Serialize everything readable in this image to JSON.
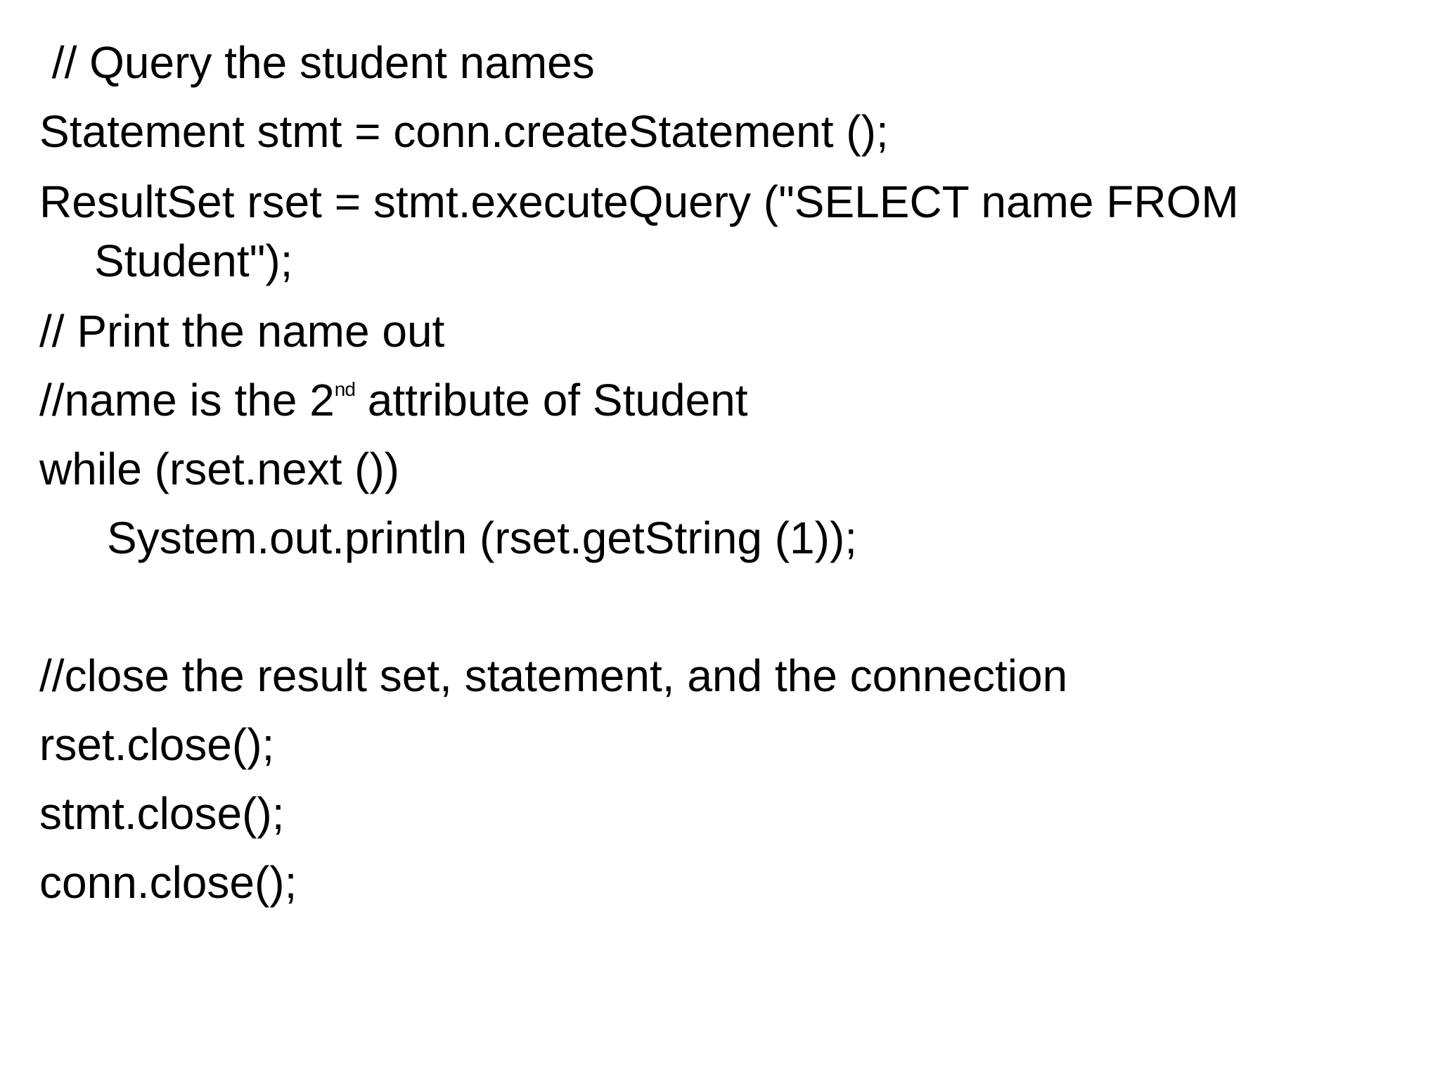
{
  "slide": {
    "lines": {
      "comment_query": " // Query the student names",
      "statement": "Statement stmt = conn.createStatement ();",
      "resultset_1": "ResultSet rset = stmt.executeQuery (\"SELECT name FROM",
      "resultset_2": "Student\");",
      "comment_print": "// Print the name out",
      "comment_name_pre": "//name is the 2",
      "comment_name_sup": "nd",
      "comment_name_post": " attribute of Student",
      "while": "while (rset.next ())",
      "println": "System.out.println (rset.getString (1));",
      "comment_close": "//close the result set, statement, and the connection",
      "rset_close": "rset.close();",
      "stmt_close": "stmt.close();",
      "conn_close": "conn.close();"
    }
  }
}
